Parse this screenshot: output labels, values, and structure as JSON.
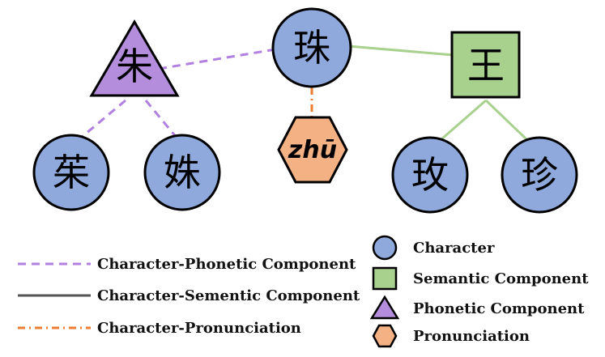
{
  "colors": {
    "character_fill": "#8fa9dc",
    "semantic_fill": "#a9d18e",
    "phonetic_fill": "#b48edc",
    "pronunciation_fill": "#f4b183",
    "phonetic_edge": "#b07fe0",
    "semantic_edge": "#a9d18e",
    "pronunciation_edge": "#ed7d31",
    "legend_solid": "#555555",
    "outline": "#000000"
  },
  "nodes": {
    "zhu_phonetic": "朱",
    "zhu_center": "珠",
    "wang_semantic": "王",
    "zhu_pronunciation": "zhū",
    "zhu_grass": "茱",
    "shu": "姝",
    "mei": "玫",
    "zhen": "珍"
  },
  "legend": {
    "lines": [
      {
        "label": "Character-Phonetic Component",
        "style": "dashed"
      },
      {
        "label": "Character-Sementic Component",
        "style": "solid"
      },
      {
        "label": "Character-Pronunciation",
        "style": "dash-dot"
      }
    ],
    "shapes": [
      {
        "label": "Character",
        "shape": "circle"
      },
      {
        "label": "Semantic Component",
        "shape": "square"
      },
      {
        "label": "Phonetic Component",
        "shape": "triangle"
      },
      {
        "label": "Pronunciation",
        "shape": "hexagon"
      }
    ]
  }
}
